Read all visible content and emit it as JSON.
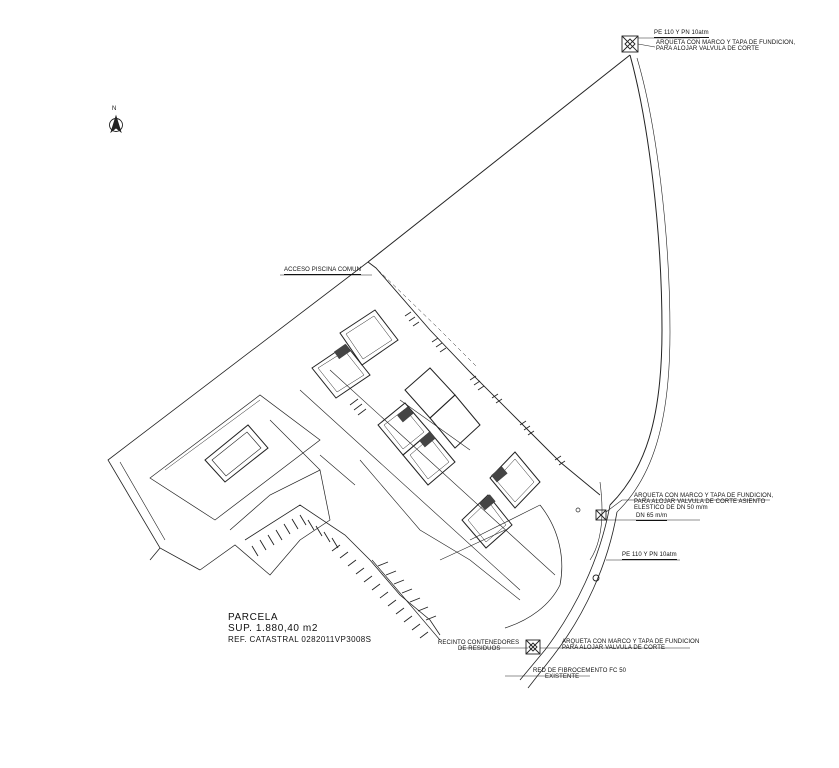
{
  "north_label": "N",
  "parcel": {
    "title": "PARCELA",
    "surface": "SUP. 1.880,40 m2",
    "cadastral_ref": "REF. CATASTRAL 0282011VP3008S"
  },
  "annotations": {
    "pipe_top": "PE 110 Y PN 10atm",
    "valve_top_1": "ARQUETA CON MARCO Y TAPA DE FUNDICION,",
    "valve_top_2": "PARA ALOJAR VALVULA DE CORTE",
    "pool_access": "ACCESO PISCINA COMUN",
    "valve_mid_1": "ARQUETA CON MARCO Y TAPA DE FUNDICION,",
    "valve_mid_2": "PARA ALOJAR VALVULA DE CORTE ASIENTO",
    "valve_mid_3": "ELESTICO DE  DN 50 m/m",
    "dn_65": "DN 65 m/m",
    "pipe_mid": "PE 110 Y PN 10atm",
    "waste_1": "RECINTO CONTENEDORES",
    "waste_2": "DE RESIDUOS",
    "valve_low_1": "ARQUETA CON MARCO Y TAPA DE FUNDICION",
    "valve_low_2": "PARA ALOJAR VALVULA DE CORTE",
    "network_1": "RED DE FIBROCEMENTO FC 50",
    "network_2": "EXISTENTE"
  }
}
